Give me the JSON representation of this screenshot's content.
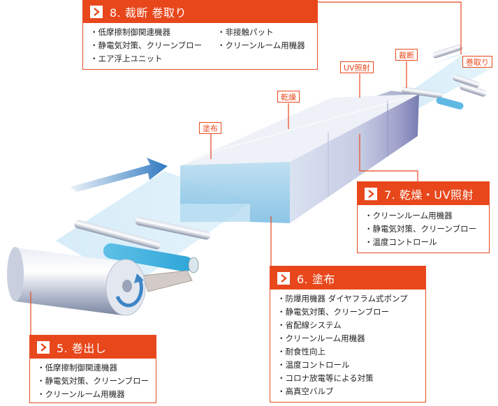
{
  "stage_labels": {
    "coating": "塗布",
    "drying": "乾燥",
    "uv": "UV照射",
    "cutting": "裁断",
    "winding": "巻取り"
  },
  "panels": {
    "unwind": {
      "title": "5. 巻出し",
      "items": [
        "低摩擦制御関連機器",
        "静電気対策、クリーンブロー",
        "クリーンルーム用機器"
      ]
    },
    "coating": {
      "title": "6. 塗布",
      "items": [
        "防爆用機器 ダイヤフラム式ポンプ",
        "静電気対策、クリーンブロー",
        "省配線システム",
        "クリーンルーム用機器",
        "耐食性向上",
        "温度コントロール",
        "コロナ放電等による対策",
        "高真空バルブ"
      ]
    },
    "drying_uv": {
      "title": "7. 乾燥・UV照射",
      "items": [
        "クリーンルーム用機器",
        "静電気対策、クリーンブロー",
        "温度コントロール"
      ]
    },
    "cut_wind": {
      "title": "8. 裁断 巻取り",
      "items_col1": [
        "低摩擦制御関連機器",
        "静電気対策、クリーンブロー",
        "エア浮上ユニット"
      ],
      "items_col2": [
        "非接触パット",
        "クリーンルーム用機器"
      ]
    }
  },
  "colors": {
    "accent": "#e8471c",
    "film": "#bfe3f5",
    "arrow": "#3d86c6"
  }
}
